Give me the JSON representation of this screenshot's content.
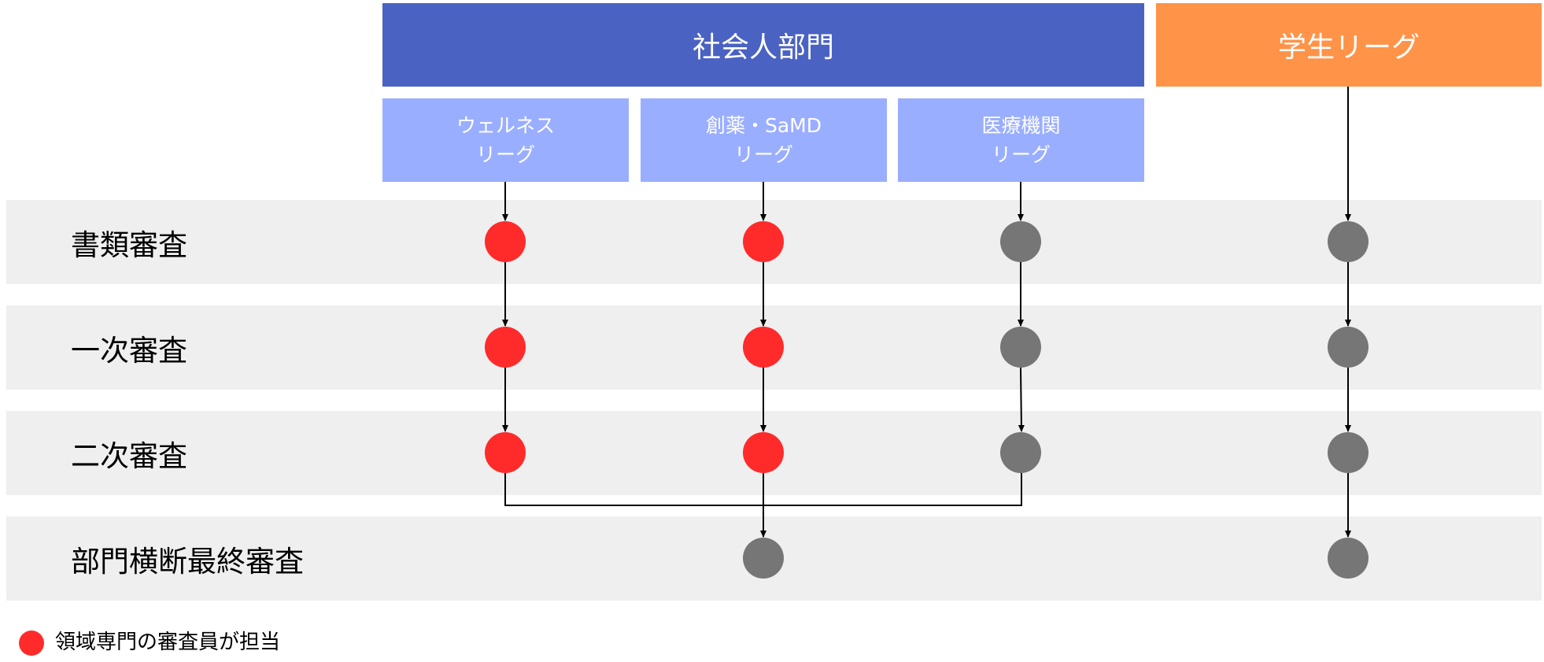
{
  "departments": [
    {
      "label": "社会人部門",
      "color": "#4a62c2"
    },
    {
      "label": "学生リーグ",
      "color": "#ff9348"
    }
  ],
  "leagues": [
    {
      "line1": "ウェルネス",
      "line2": "リーグ"
    },
    {
      "line1": "創薬・SaMD",
      "line2": "リーグ"
    },
    {
      "line1": "医療機関",
      "line2": "リーグ"
    }
  ],
  "stages": [
    "書類審査",
    "一次審査",
    "二次審査",
    "部門横断最終審査"
  ],
  "node_colors": {
    "specialist": "#ff2b2b",
    "general": "#767676"
  },
  "nodes": {
    "wellness": [
      "specialist",
      "specialist",
      "specialist",
      null
    ],
    "drug_samd": [
      "specialist",
      "specialist",
      "specialist",
      "general"
    ],
    "medical": [
      "general",
      "general",
      "general",
      null
    ],
    "student": [
      "general",
      "general",
      "general",
      "general"
    ]
  },
  "legend": {
    "label": "領域専門の審査員が担当",
    "color": "#ff2b2b"
  }
}
